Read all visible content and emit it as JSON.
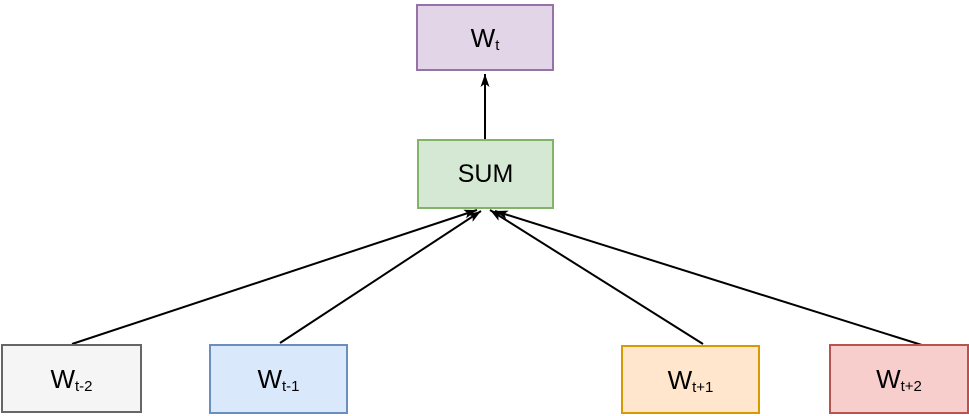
{
  "background_color": "#ffffff",
  "arrow_color": "#000000",
  "diagram": {
    "type": "flow",
    "nodes": {
      "center": {
        "base": "W",
        "sub": "t",
        "fill": "#e1d5e7",
        "stroke": "#9673a6"
      },
      "sum": {
        "label": "SUM",
        "fill": "#d5e8d4",
        "stroke": "#82b366"
      },
      "ctx_m2": {
        "base": "W",
        "sub": "t-2",
        "fill": "#f5f5f5",
        "stroke": "#666666"
      },
      "ctx_m1": {
        "base": "W",
        "sub": "t-1",
        "fill": "#dae8fc",
        "stroke": "#6c8ebf"
      },
      "ctx_p1": {
        "base": "W",
        "sub": "t+1",
        "fill": "#ffe6cc",
        "stroke": "#d79b00"
      },
      "ctx_p2": {
        "base": "W",
        "sub": "t+2",
        "fill": "#f8cecc",
        "stroke": "#b85450"
      }
    },
    "edges": [
      {
        "from": "Wt-2",
        "to": "SUM"
      },
      {
        "from": "Wt-1",
        "to": "SUM"
      },
      {
        "from": "Wt+1",
        "to": "SUM"
      },
      {
        "from": "Wt+2",
        "to": "SUM"
      },
      {
        "from": "SUM",
        "to": "Wt"
      }
    ]
  }
}
